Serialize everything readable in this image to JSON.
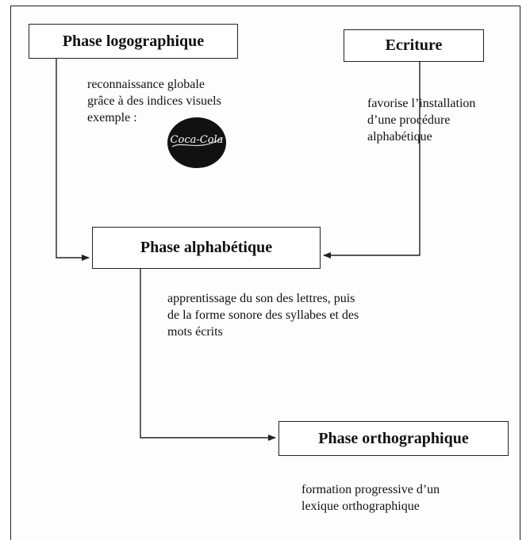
{
  "boxes": {
    "logographique": "Phase logographique",
    "ecriture": "Ecriture",
    "alphabetique": "Phase alphabétique",
    "orthographique": "Phase orthographique"
  },
  "descriptions": {
    "logographique": [
      "reconnaissance globale",
      "grâce à des indices visuels",
      "exemple :"
    ],
    "ecriture": [
      "favorise l’installation",
      "d’une procédure",
      "alphabétique"
    ],
    "alphabetique": [
      "apprentissage du son des lettres, puis",
      "de la forme sonore des syllabes et des",
      "mots écrits"
    ],
    "orthographique": [
      "formation progressive d’un",
      "lexique orthographique"
    ]
  },
  "example_logo": {
    "text": "Coca-Cola",
    "icon": "coca-cola-logo",
    "color": "#111111"
  }
}
